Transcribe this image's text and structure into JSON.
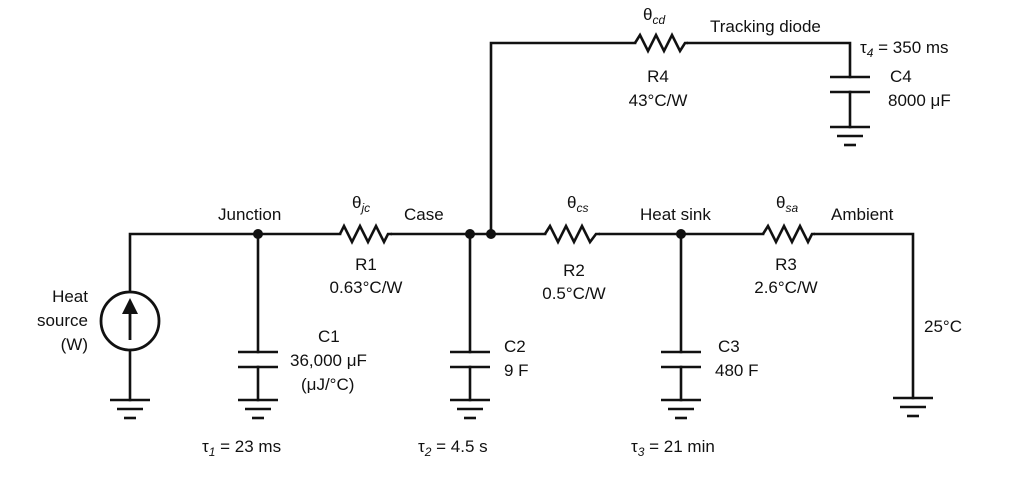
{
  "nodes": {
    "junction": "Junction",
    "case": "Case",
    "heat_sink": "Heat sink",
    "ambient": "Ambient",
    "tracking_diode": "Tracking diode"
  },
  "source": {
    "line1": "Heat",
    "line2": "source",
    "line3": "(W)"
  },
  "resistors": {
    "r1": {
      "theta": "θ",
      "theta_sub": "jc",
      "name": "R1",
      "value": "0.63°C/W"
    },
    "r2": {
      "theta": "θ",
      "theta_sub": "cs",
      "name": "R2",
      "value": "0.5°C/W"
    },
    "r3": {
      "theta": "θ",
      "theta_sub": "sa",
      "name": "R3",
      "value": "2.6°C/W"
    },
    "r4": {
      "theta": "θ",
      "theta_sub": "cd",
      "name": "R4",
      "value": "43°C/W"
    }
  },
  "capacitors": {
    "c1": {
      "name": "C1",
      "value": "36,000 μF",
      "unit_note": "(μJ/°C)"
    },
    "c2": {
      "name": "C2",
      "value": "9 F"
    },
    "c3": {
      "name": "C3",
      "value": "480 F"
    },
    "c4": {
      "name": "C4",
      "value": "8000 μF"
    }
  },
  "time_constants": {
    "t1": {
      "sym": "τ",
      "sub": "1",
      "value": " = 23 ms"
    },
    "t2": {
      "sym": "τ",
      "sub": "2",
      "value": " = 4.5 s"
    },
    "t3": {
      "sym": "τ",
      "sub": "3",
      "value": " = 21 min"
    },
    "t4": {
      "sym": "τ",
      "sub": "4",
      "value": " = 350 ms"
    }
  },
  "ambient_temp": "25°C"
}
